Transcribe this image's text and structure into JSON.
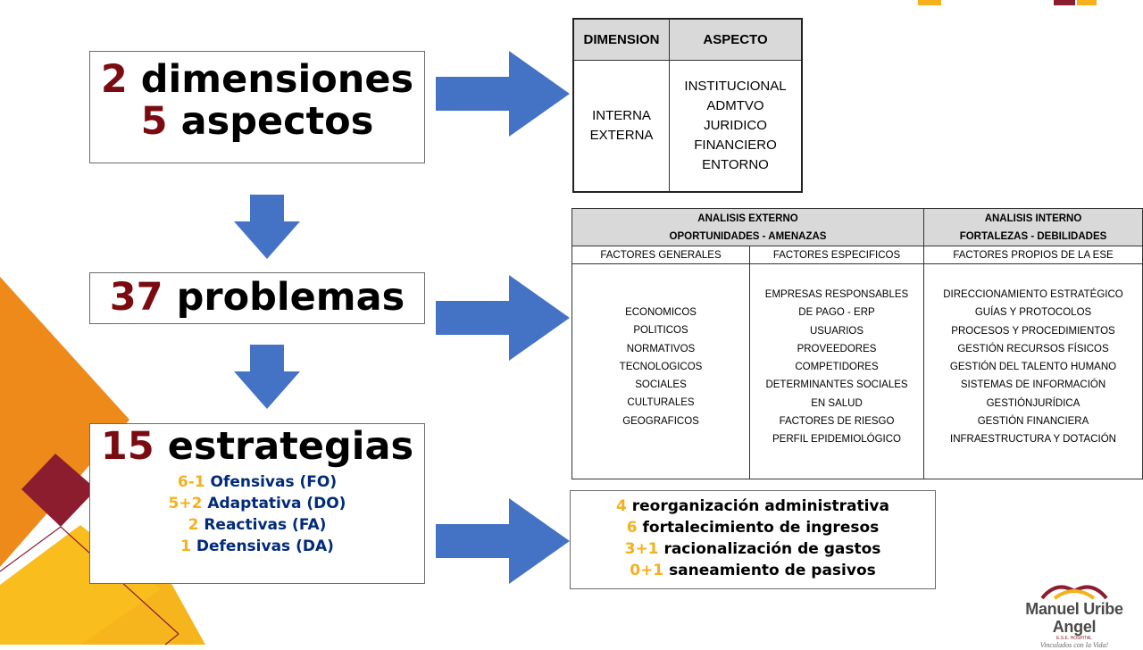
{
  "main": {
    "dims_num": "2",
    "dims_word": "dimensiones",
    "asp_num": "5",
    "asp_word": "aspectos",
    "prob_num": "37",
    "prob_word": "problemas",
    "strat_num": "15",
    "strat_word": "estrategias"
  },
  "strategies": [
    {
      "num": "6-1",
      "label": "Ofensivas (FO)"
    },
    {
      "num": "5+2",
      "label": "Adaptativa (DO)"
    },
    {
      "num": "2",
      "label": "Reactivas (FA)"
    },
    {
      "num": "1",
      "label": "Defensivas (DA)"
    }
  ],
  "results": [
    {
      "num": "4",
      "label": "reorganización administrativa"
    },
    {
      "num": "6",
      "label": "fortalecimiento de ingresos"
    },
    {
      "num": "3+1",
      "label": "racionalización de gastos"
    },
    {
      "num": "0+1",
      "label": "saneamiento de pasivos"
    }
  ],
  "table1": {
    "col1": "DIMENSION",
    "col2": "ASPECTO",
    "dims": [
      "INTERNA",
      "EXTERNA"
    ],
    "aspects": [
      "INSTITUCIONAL",
      "ADMTVO",
      "JURIDICO",
      "FINANCIERO",
      "ENTORNO"
    ]
  },
  "table2": {
    "h_ext": "ANALISIS EXTERNO",
    "h_ext_sub": "OPORTUNIDADES - AMENAZAS",
    "h_int": "ANALISIS INTERNO",
    "h_int_sub": "FORTALEZAS - DEBILIDADES",
    "c1": "FACTORES GENERALES",
    "c2": "FACTORES ESPECIFICOS",
    "c3": "FACTORES PROPIOS DE LA ESE",
    "generales": [
      "ECONOMICOS",
      "POLITICOS",
      "NORMATIVOS",
      "TECNOLOGICOS",
      "SOCIALES",
      "CULTURALES",
      "GEOGRAFICOS"
    ],
    "especificos": [
      "EMPRESAS RESPONSABLES",
      "DE PAGO - ERP",
      "USUARIOS",
      "PROVEEDORES",
      "COMPETIDORES",
      "DETERMINANTES SOCIALES",
      "EN SALUD",
      "FACTORES DE RIESGO",
      "PERFIL EPIDEMIOLÓGICO"
    ],
    "propios": [
      "DIRECCIONAMIENTO ESTRATÉGICO",
      "GUÍAS Y PROTOCOLOS",
      "PROCESOS Y PROCEDIMIENTOS",
      "GESTIÓN RECURSOS FÍSICOS",
      "GESTIÓN DEL TALENTO HUMANO",
      "SISTEMAS DE INFORMACIÓN",
      "GESTIÓNJURÍDICA",
      "GESTIÓN FINANCIERA",
      "INFRAESTRUCTURA Y DOTACIÓN"
    ]
  },
  "logo": {
    "name": "Manuel Uribe Angel",
    "sub": "E.S.E. HOSPITAL",
    "tagline": "Vinculados con la Vida!"
  },
  "colors": {
    "maroon": "#7a0c11",
    "gold": "#f5b11c",
    "navy": "#002a7a",
    "arrow_blue": "#4472c4",
    "orange": "#ec8a1c"
  }
}
